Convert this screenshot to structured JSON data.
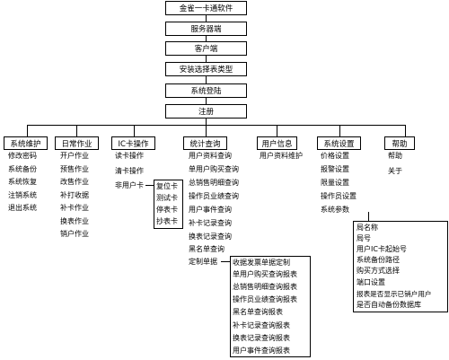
{
  "flow": [
    "金雀一卡通软件",
    "服务器端",
    "客户端",
    "安装选择表类型",
    "系统登陆",
    "注册"
  ],
  "categories": [
    {
      "title": "系统维护",
      "items": [
        "修改密码",
        "系统备份",
        "系统恢复",
        "注销系统",
        "退出系统"
      ]
    },
    {
      "title": "日常作业",
      "items": [
        "开户作业",
        "预售作业",
        "改售作业",
        "补打收据",
        "补卡作业",
        "换表作业",
        "销户作业"
      ]
    },
    {
      "title": "IC卡操作",
      "items": [
        "读卡操作",
        "清卡操作",
        "非用户卡"
      ]
    },
    {
      "title": "统计查询",
      "items": [
        "用户资料查询",
        "单用户购买查询",
        "总销售明细查询",
        "操作员业绩查询",
        "用户事件查询",
        "补卡记录查询",
        "换表记录查询",
        "黑名单查询",
        "定制单据"
      ]
    },
    {
      "title": "用户信息",
      "items": [
        "用户资料维护"
      ]
    },
    {
      "title": "系统设置",
      "items": [
        "价格设置",
        "报警设置",
        "限量设置",
        "操作员设置",
        "系统参数"
      ]
    },
    {
      "title": "帮助",
      "items": [
        "帮助",
        "关于"
      ]
    }
  ],
  "card_types": [
    "复位卡",
    "测试卡",
    "停表卡",
    "抄表卡"
  ],
  "reports": [
    "收据发票单据定制",
    "单用户购买查询报表",
    "总销售明细查询报表",
    "操作员业绩查询报表",
    "黑名单查询报表",
    "补卡记录查询报表",
    "换表记录查询报表",
    "用户事件查询报表"
  ],
  "sys_params": [
    "局名称",
    "局号",
    "用户IC卡起始号",
    "系统备份路径",
    "购买方式选择",
    "端口设置",
    "报表是否显示已销户用户",
    "是否自动备份数据库"
  ]
}
